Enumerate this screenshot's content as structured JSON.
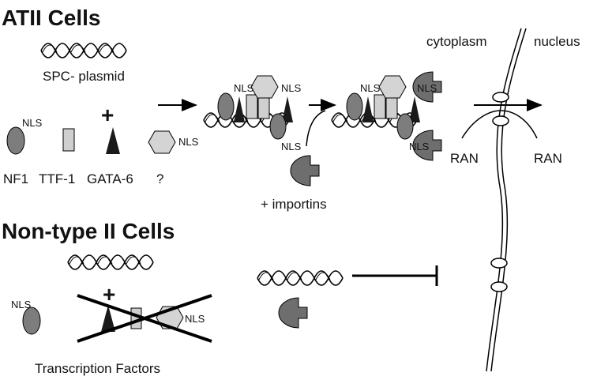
{
  "sections": {
    "atii_title": "ATII Cells",
    "non_type_title": "Non-type II Cells"
  },
  "labels": {
    "spc_plasmid": "SPC- plasmid",
    "nls": "NLS",
    "nf1": "NF1",
    "ttf1": "TTF-1",
    "gata6": "GATA-6",
    "unknown": "?",
    "plus": "+",
    "importins": "+ importins",
    "cytoplasm": "cytoplasm",
    "nucleus": "nucleus",
    "ran": "RAN",
    "transcription_factors": "Transcription Factors"
  },
  "colors": {
    "nf1_fill": "#7d7d7d",
    "ttf1_fill": "#cfcfcf",
    "gata6_fill": "#1a1a1a",
    "unknown_fill": "#d4d4d4",
    "importin_fill": "#6e6e6e",
    "line": "#000000"
  }
}
